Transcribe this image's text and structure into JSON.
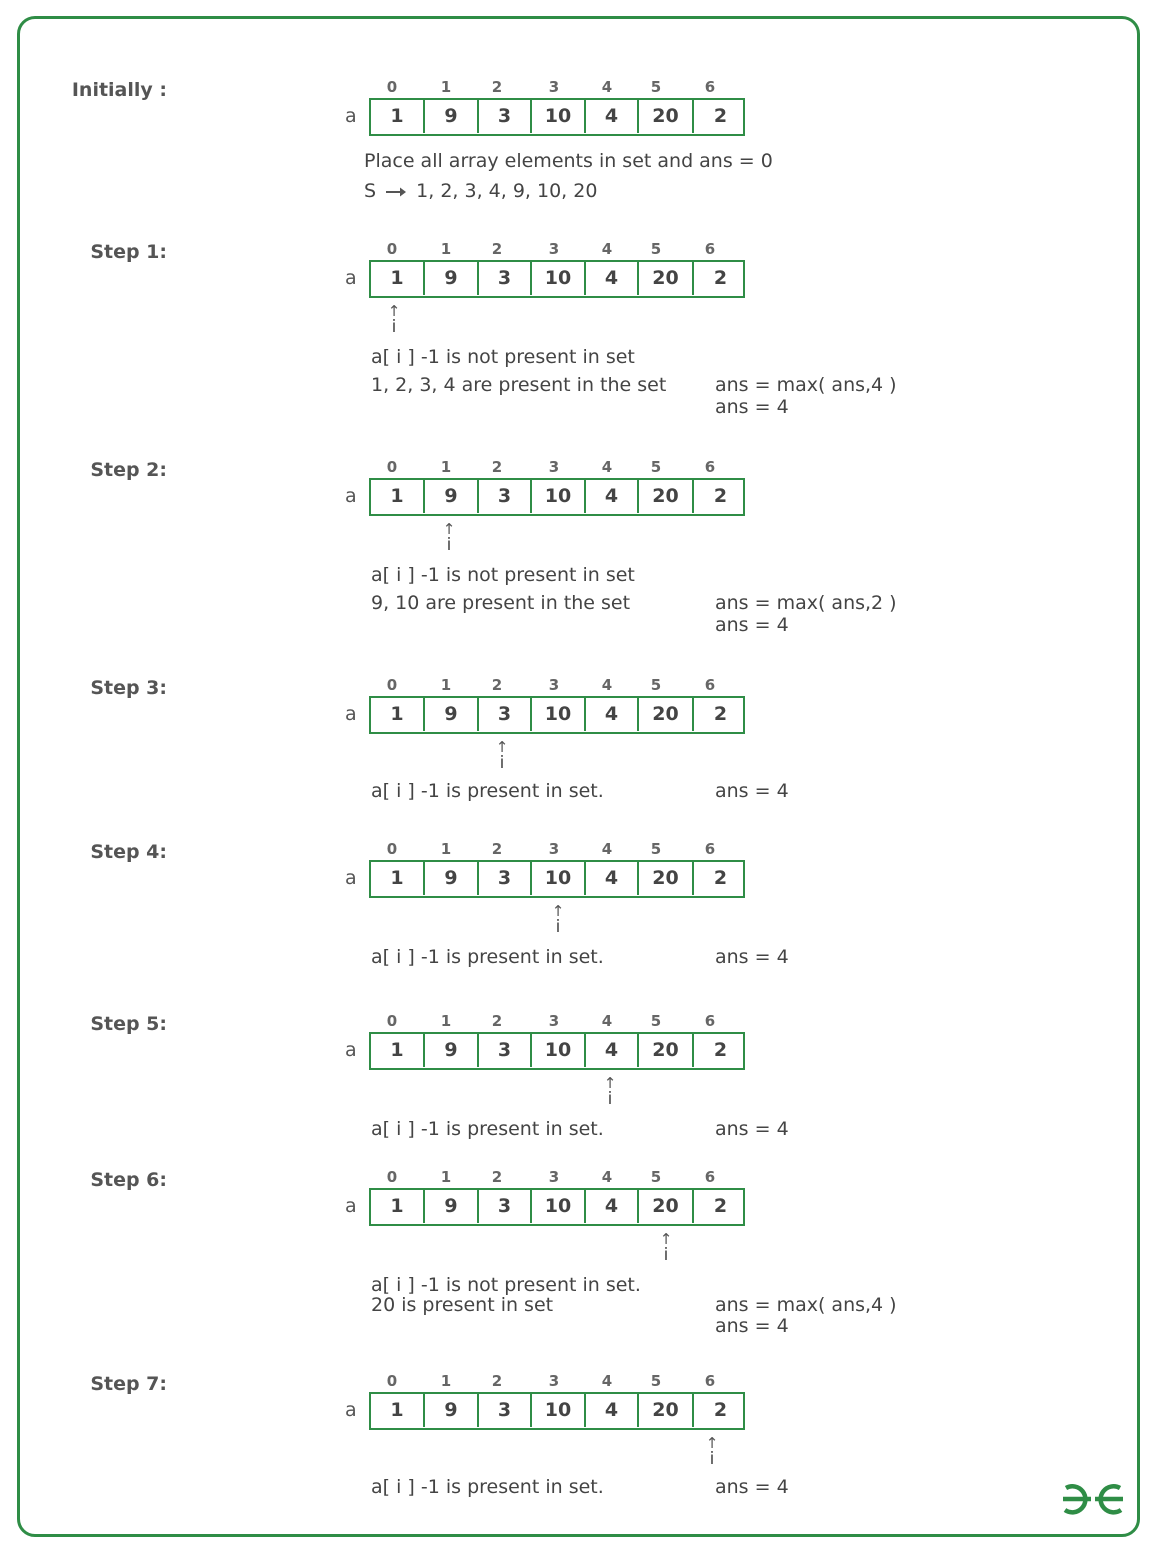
{
  "array_name": "a",
  "indices": [
    "0",
    "1",
    "2",
    "3",
    "4",
    "5",
    "6"
  ],
  "values": [
    "1",
    "9",
    "3",
    "10",
    "4",
    "20",
    "2"
  ],
  "pointer_label": "i",
  "brand_color": "#2f8d46",
  "initial": {
    "label": "Initially :",
    "line1": "Place all array elements in set and ans = 0",
    "line2_prefix": "S",
    "line2_rest": "1, 2, 3, 4, 9, 10, 20"
  },
  "steps": [
    {
      "label": "Step 1:",
      "pointer_index": 0,
      "left_lines": [
        "a[ i ] -1 is not present in set",
        "1, 2, 3, 4 are present in the set"
      ],
      "right_lines": [
        "ans = max( ans,4 )",
        "ans = 4"
      ]
    },
    {
      "label": "Step 2:",
      "pointer_index": 1,
      "left_lines": [
        "a[ i ] -1 is not present in set",
        "9, 10 are present in the set"
      ],
      "right_lines": [
        "ans = max( ans,2 )",
        "ans = 4"
      ]
    },
    {
      "label": "Step 3:",
      "pointer_index": 2,
      "left_lines": [
        "a[ i ] -1 is present in set."
      ],
      "right_lines": [
        "ans = 4"
      ]
    },
    {
      "label": "Step 4:",
      "pointer_index": 3,
      "left_lines": [
        "a[ i ] -1 is present in set."
      ],
      "right_lines": [
        "ans = 4"
      ]
    },
    {
      "label": "Step 5:",
      "pointer_index": 4,
      "left_lines": [
        "a[ i ] -1 is present in set."
      ],
      "right_lines": [
        "ans = 4"
      ]
    },
    {
      "label": "Step 6:",
      "pointer_index": 5,
      "left_lines": [
        "a[ i ] -1 is not present in set.",
        "20 is present in set"
      ],
      "right_lines": [
        "ans = max( ans,4 )",
        "ans = 4"
      ]
    },
    {
      "label": "Step 7:",
      "pointer_index": 6,
      "left_lines": [
        "a[ i ] -1 is present in set."
      ],
      "right_lines": [
        "ans = 4"
      ]
    }
  ],
  "logo": {
    "icon": "geeksforgeeks-logo",
    "text": "GG"
  }
}
